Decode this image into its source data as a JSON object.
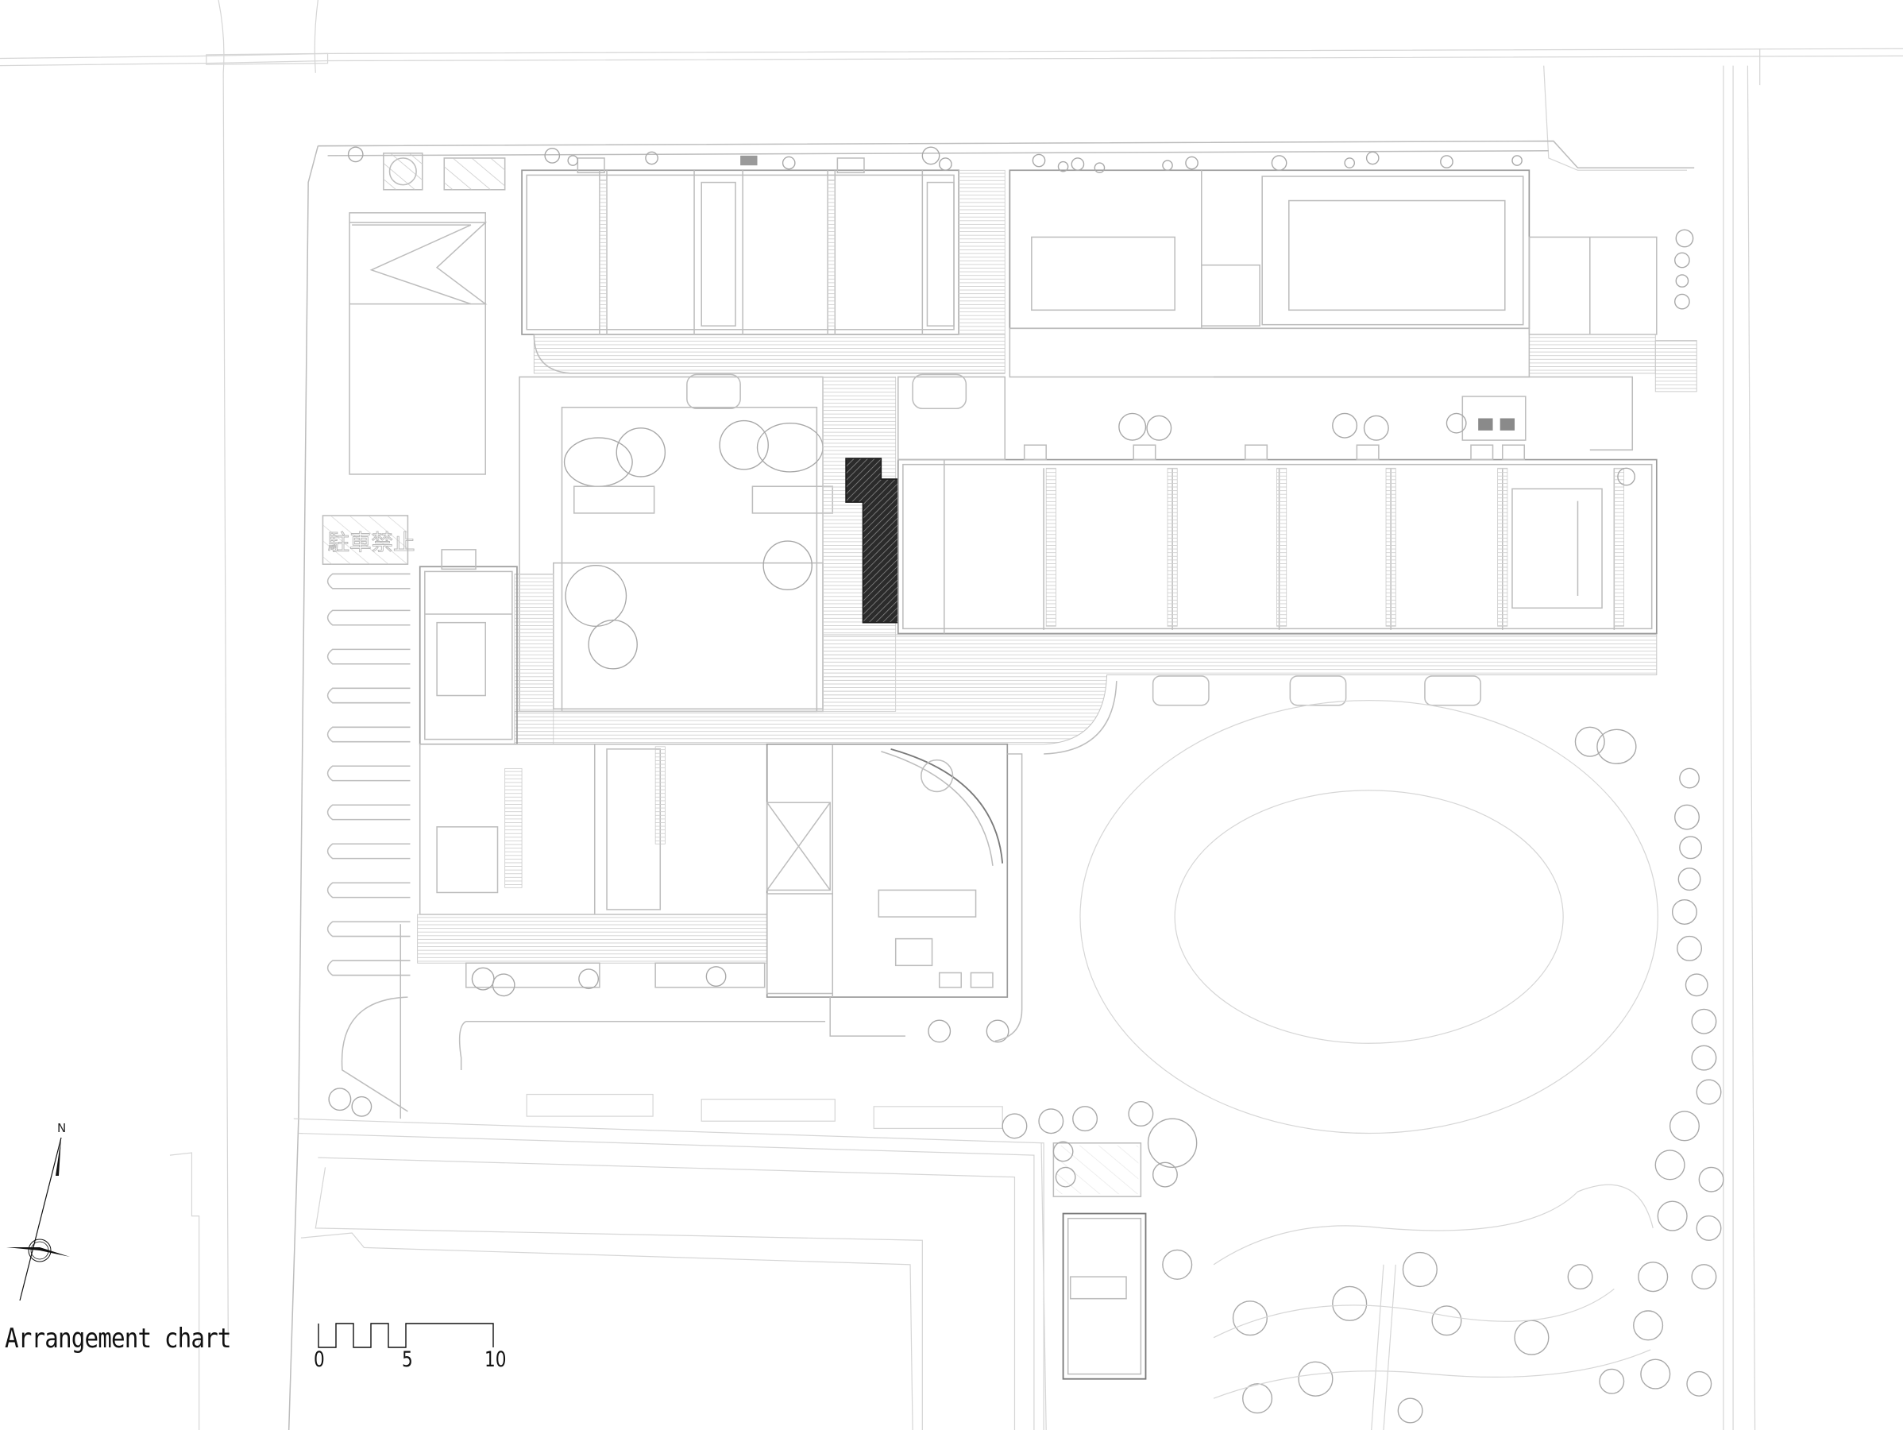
{
  "drawing": {
    "type": "architectural site plan",
    "caption": "Arrangement chart",
    "north_label": "N",
    "parking_sign_text": "駐車禁止",
    "highlight_color": "#2a2a2a",
    "line_color": "#bdbdbd"
  },
  "scale_bar": {
    "ticks": [
      {
        "label": "0"
      },
      {
        "label": "5"
      },
      {
        "label": "10"
      }
    ]
  },
  "legend": {
    "highlighted_block": "hatched dark block (highlighted room) west of east classroom wing"
  }
}
